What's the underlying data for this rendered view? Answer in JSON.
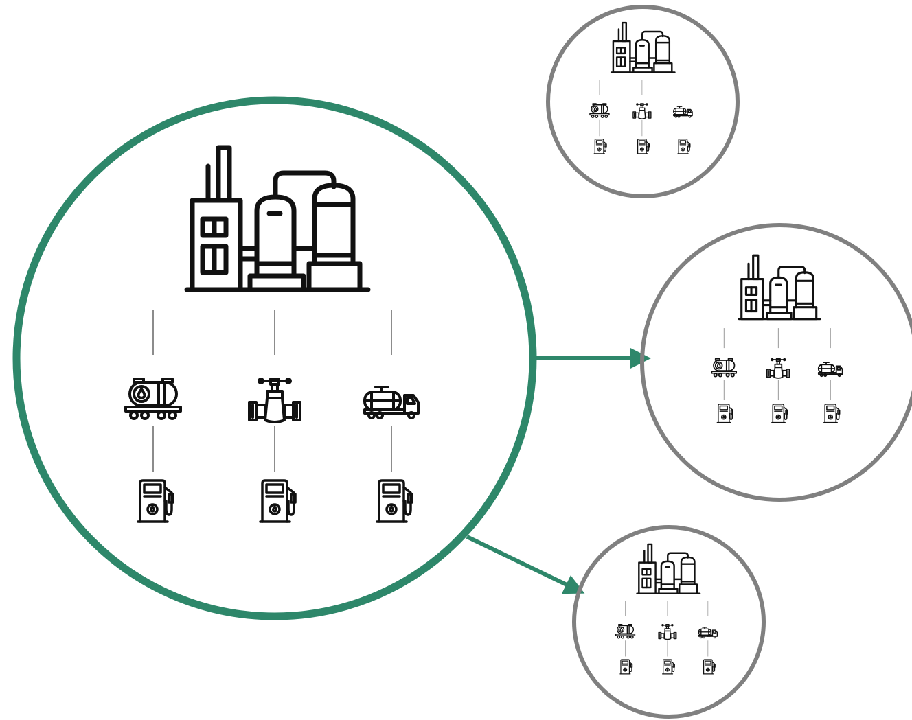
{
  "diagram": {
    "main_cluster": {
      "ring_color": "#2e876a",
      "nodes": {
        "source": "refinery-icon",
        "transport": [
          "rail-tank-car-icon",
          "pipeline-valve-icon",
          "tanker-truck-icon"
        ],
        "destination": [
          "fuel-pump-icon",
          "fuel-pump-icon",
          "fuel-pump-icon"
        ]
      }
    },
    "replica_clusters": [
      {
        "name": "top-right-cluster",
        "ring_color": "#808080",
        "linked_from_main": false
      },
      {
        "name": "middle-right-cluster",
        "ring_color": "#808080",
        "linked_from_main": true
      },
      {
        "name": "bottom-right-cluster",
        "ring_color": "#808080",
        "linked_from_main": true
      }
    ],
    "arrow_color": "#2e876a",
    "connector_color": "#8c8c8c",
    "icon_color": "#111111"
  }
}
